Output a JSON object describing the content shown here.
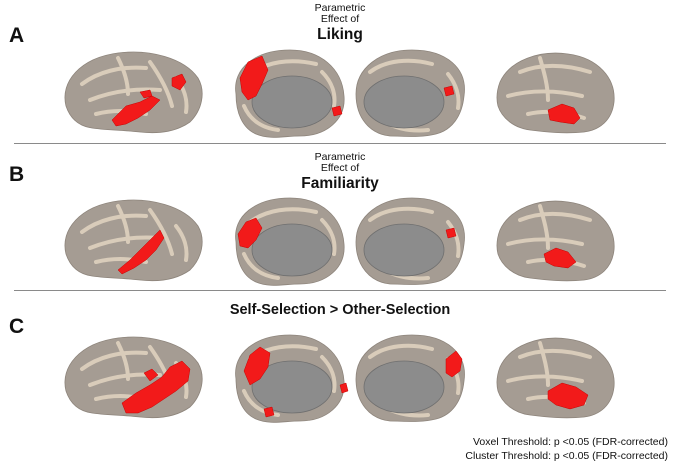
{
  "panels": [
    {
      "letter": "A",
      "title_line1": "Parametric",
      "title_line2": "Effect of",
      "title_main": "Liking"
    },
    {
      "letter": "B",
      "title_line1": "Parametric",
      "title_line2": "Effect of",
      "title_main": "Familiarity"
    },
    {
      "letter": "C",
      "title_main": "Self-Selection > Other-Selection"
    }
  ],
  "thresholds": {
    "voxel": "Voxel Threshold: p <0.05 (FDR-corrected)",
    "cluster": "Cluster Threshold: p <0.05 (FDR-corrected)"
  },
  "colors": {
    "cortex": "#a59c93",
    "sulci": "#d9ccba",
    "medial_wall": "#8c8c8c",
    "activation": "#f21a1a"
  },
  "brain_views": [
    "left-lateral",
    "left-medial",
    "right-medial",
    "right-lateral"
  ]
}
